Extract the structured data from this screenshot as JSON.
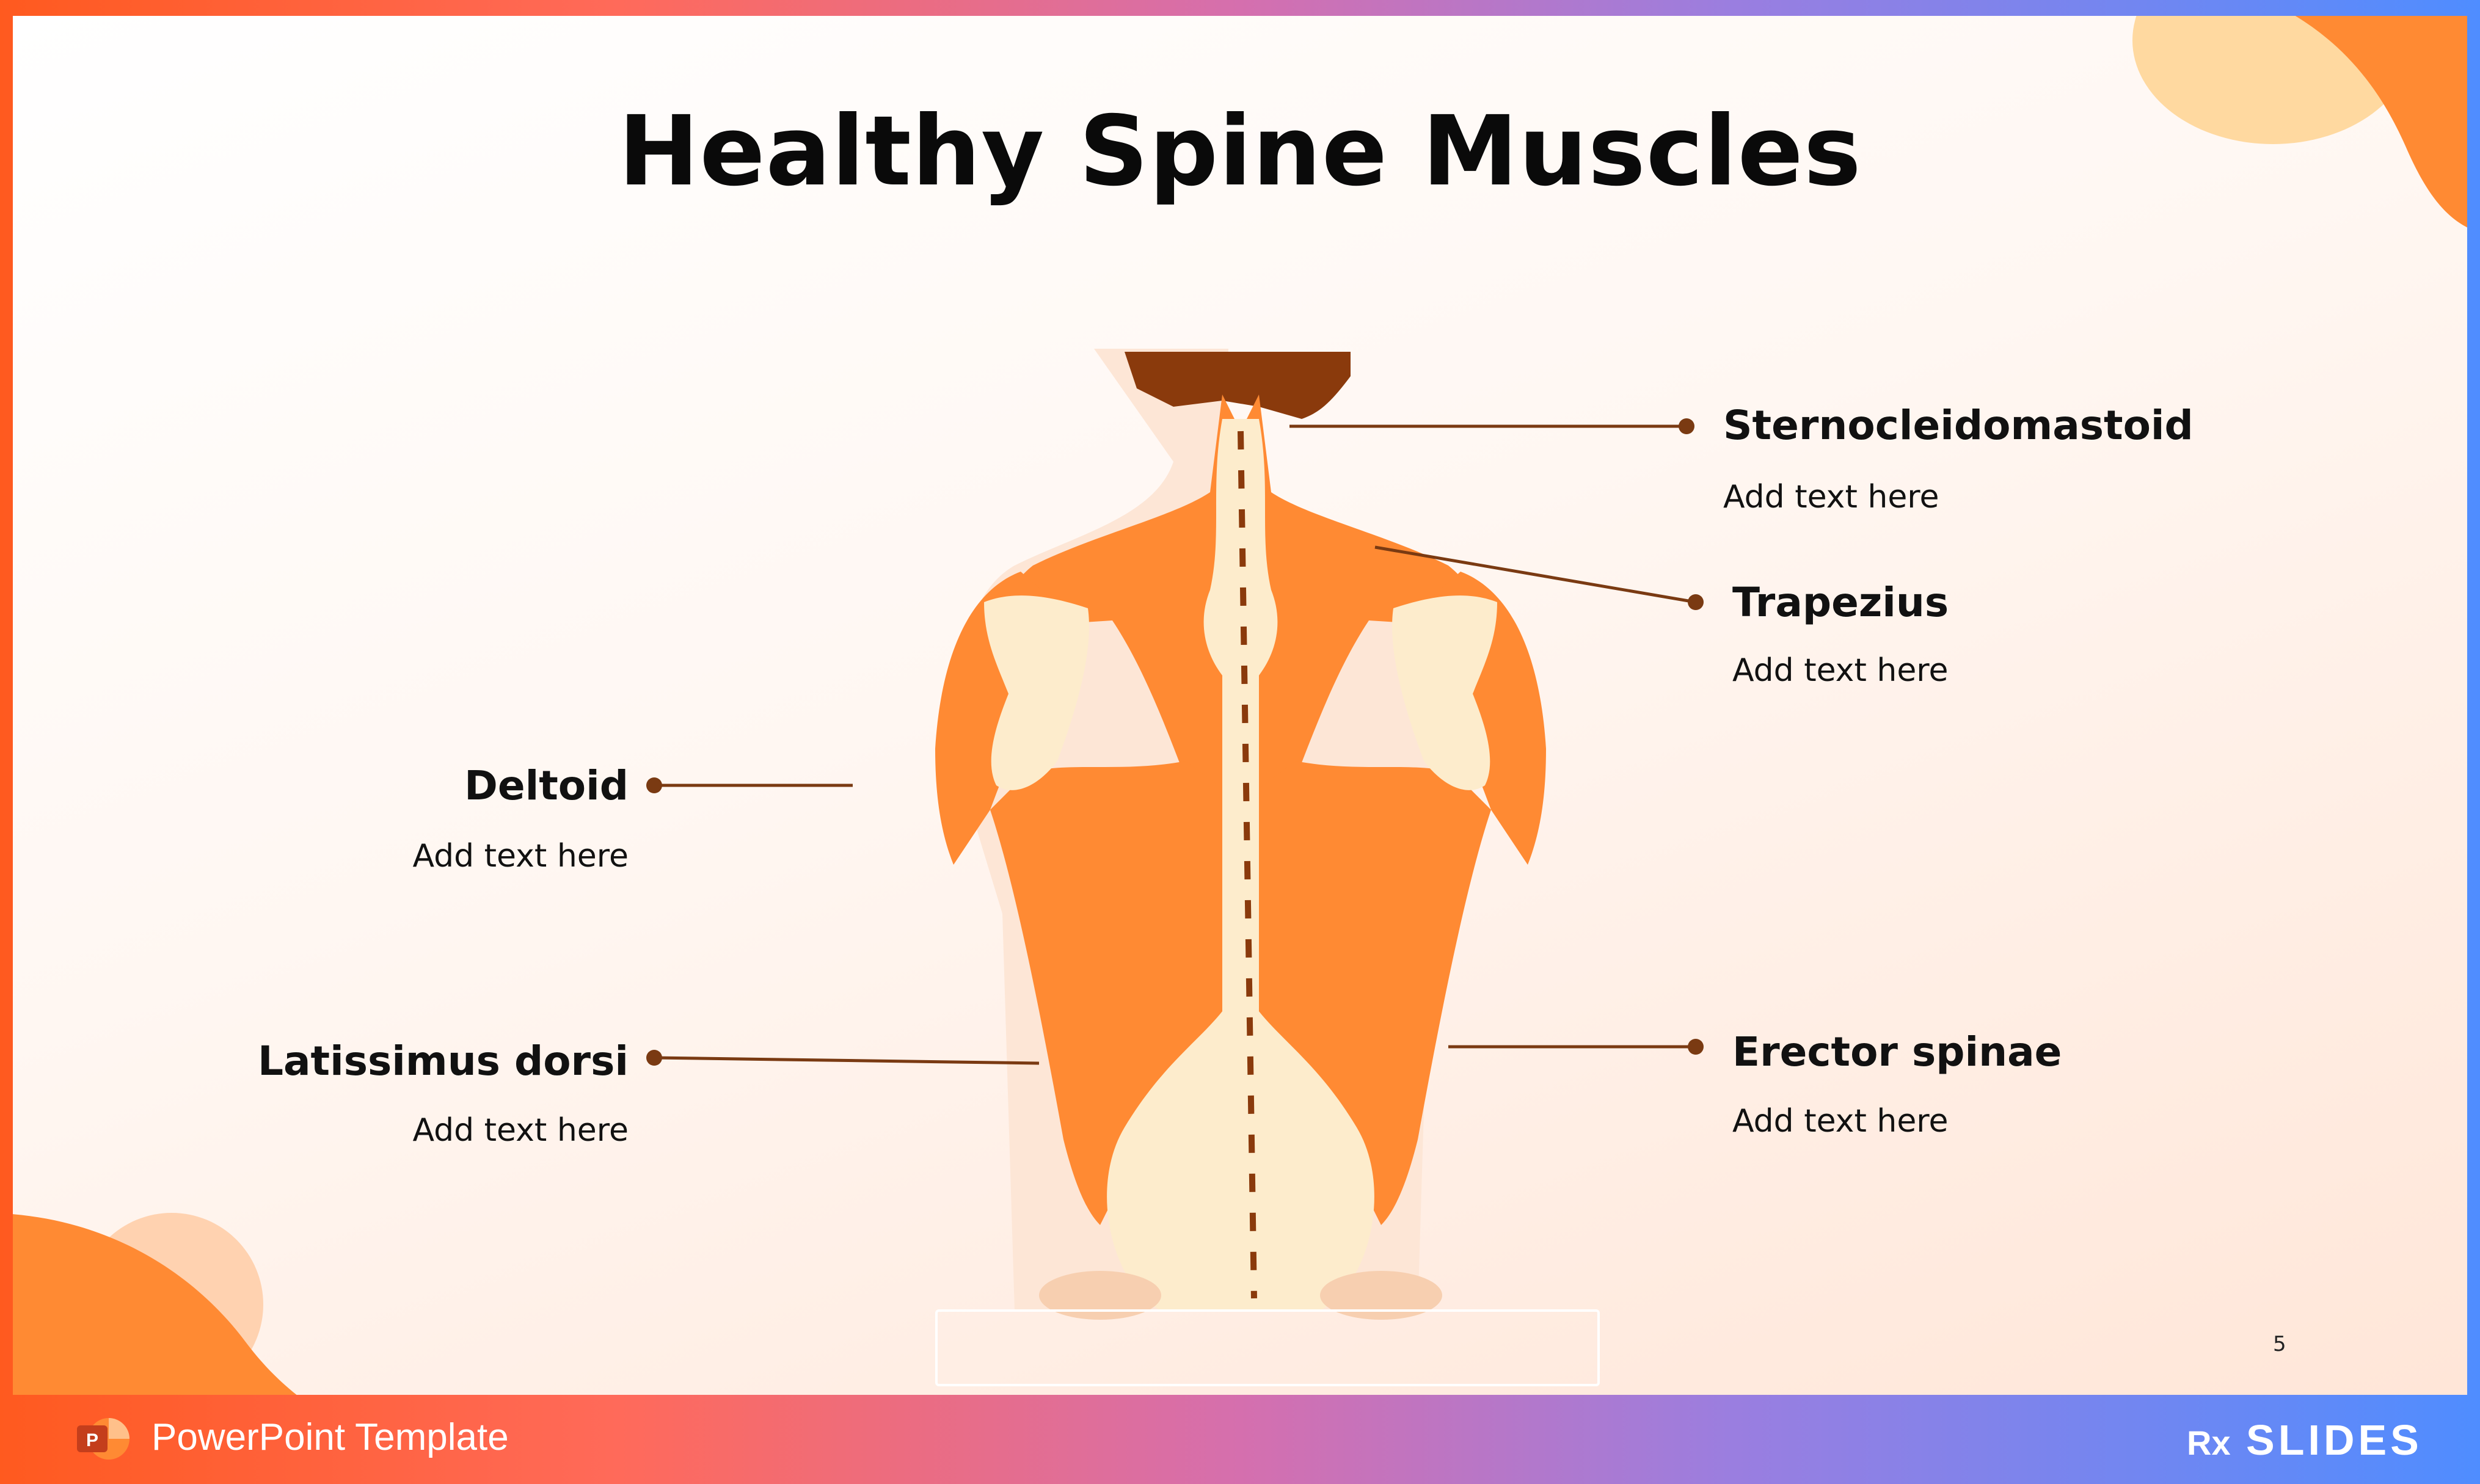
{
  "slide": {
    "title": "Healthy Spine Muscles",
    "page_number": "5"
  },
  "labels": {
    "sternocleidomastoid": {
      "name": "Sternocleidomastoid",
      "text": "Add text here"
    },
    "trapezius": {
      "name": "Trapezius",
      "text": "Add text here"
    },
    "deltoid": {
      "name": "Deltoid",
      "text": "Add text here"
    },
    "latissimus": {
      "name": "Latissimus dorsi",
      "text": "Add text here"
    },
    "erector": {
      "name": "Erector spinae",
      "text": "Add text here"
    }
  },
  "footer": {
    "template_label": "PowerPoint Template",
    "brand_main": "SLIDES",
    "brand_prefix": "Rx"
  },
  "colors": {
    "muscle": "#ff8a33",
    "bone": "#fdeccc",
    "hair": "#8a3a0c",
    "leader": "#7a3a12",
    "accent": "#ff8a33"
  },
  "icons": [
    "powerpoint-icon"
  ]
}
